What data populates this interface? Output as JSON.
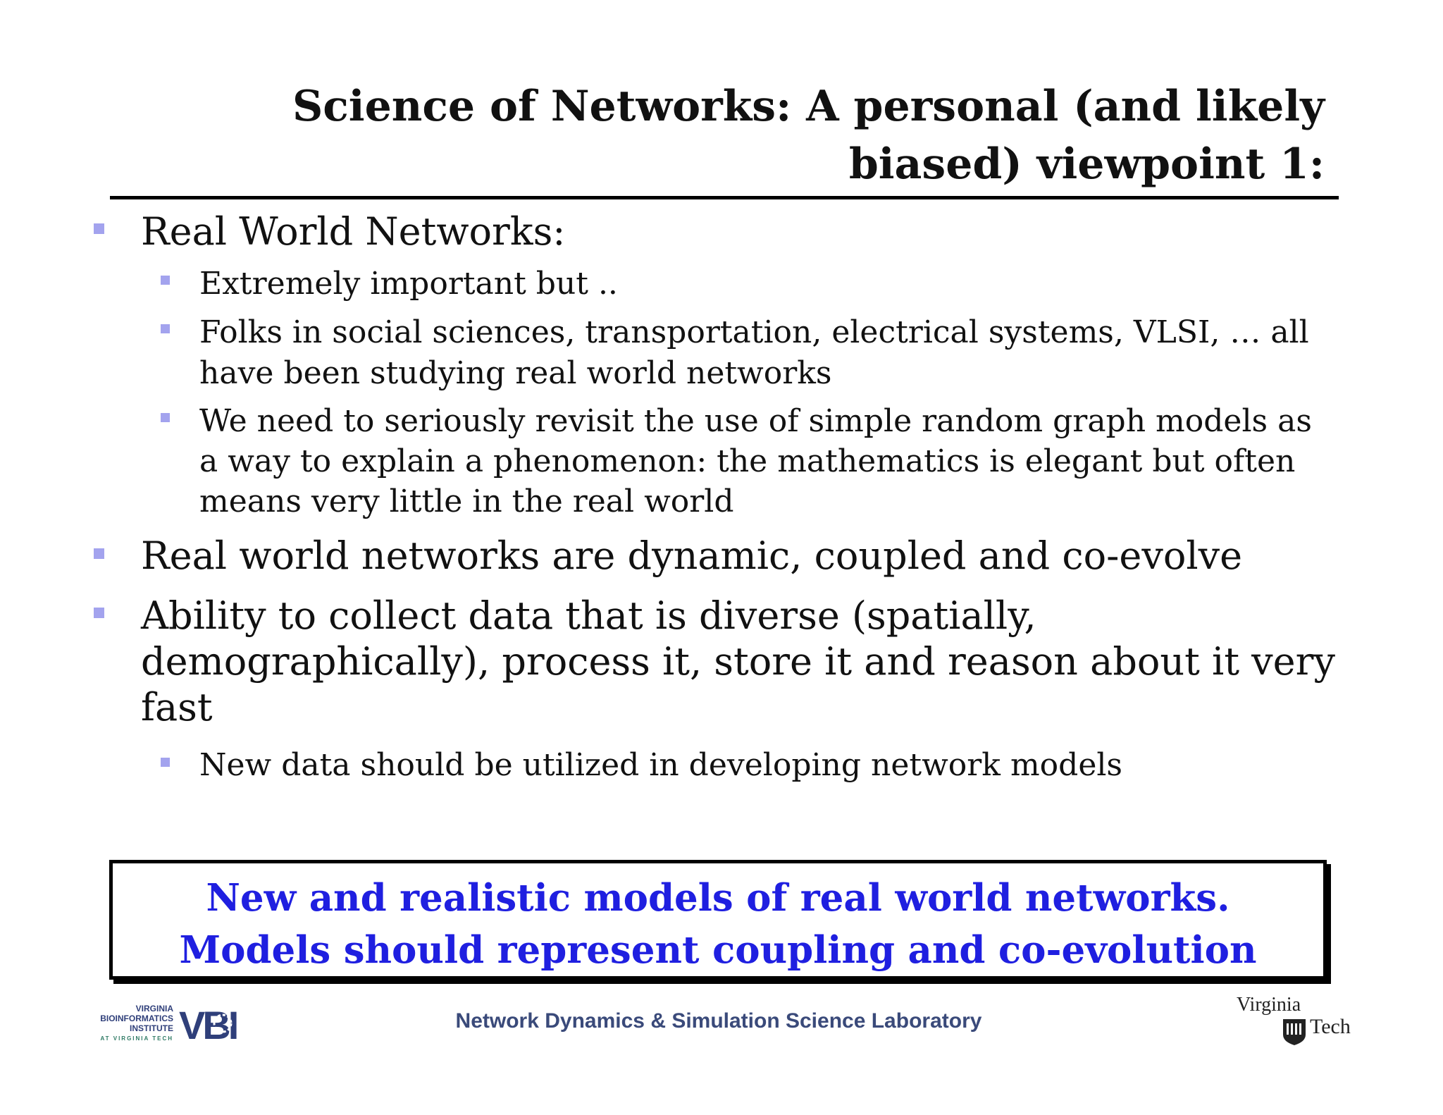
{
  "slide": {
    "title_line1": "Science of Networks: A personal (and likely",
    "title_line2": "biased) viewpoint 1:",
    "bullets": [
      {
        "text": "Real World Networks:",
        "subs": [
          {
            "lines": [
              "Extremely important but .."
            ]
          },
          {
            "lines": [
              "Folks in social sciences, transportation, electrical systems, VLSI, … all",
              "have been studying real world networks"
            ]
          },
          {
            "lines": [
              "We need to seriously revisit the use of simple random graph models as",
              "a way to explain a phenomenon: the mathematics is elegant but often",
              "means very little in the real world"
            ]
          }
        ]
      },
      {
        "text": "Real world networks are dynamic, coupled and co-evolve",
        "subs": []
      },
      {
        "lines": [
          "Ability to collect data that is diverse (spatially,",
          "demographically), process it, store it and reason about it very",
          "fast"
        ],
        "subs": [
          {
            "lines": [
              "New data should be utilized in developing network models"
            ]
          }
        ]
      }
    ],
    "callout": {
      "line1": "New and realistic models of real world networks.",
      "line2": "Models should represent coupling and co-evolution",
      "text_color": "#1f1fe0"
    }
  },
  "footer": {
    "lab_name": "Network Dynamics & Simulation Science Laboratory",
    "vbi_logo": {
      "line1": "VIRGINIA",
      "line2": "BIOINFORMATICS",
      "line3": "INSTITUTE",
      "line4": "AT VIRGINIA TECH",
      "mark": "VBI"
    },
    "vt_logo": {
      "line1": "Virginia",
      "line2": "Tech"
    }
  },
  "colors": {
    "bullet": "#a3a3ee",
    "footer_text": "#3a4a7a",
    "vbi_green": "#2e7a64",
    "vbi_navy": "#2f3f7a"
  }
}
